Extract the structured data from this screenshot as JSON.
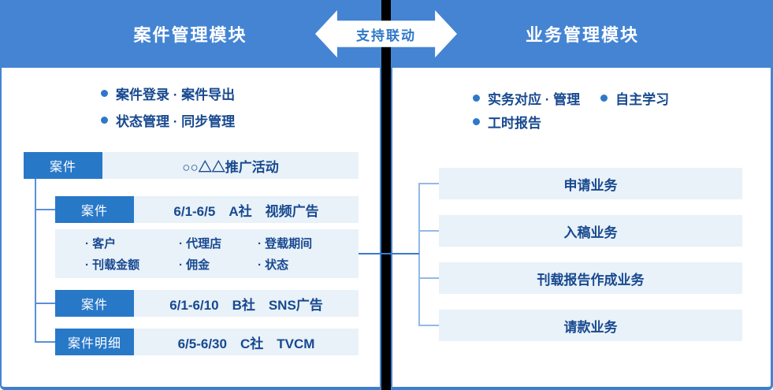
{
  "header": {
    "left_title": "案件管理模块",
    "arrow_label": "支持联动",
    "right_title": "业务管理模块"
  },
  "case_module": {
    "features": [
      "案件登录 · 案件导出",
      "状态管理 · 同步管理"
    ],
    "tree": {
      "root": {
        "label": "案件",
        "value": "○○△△推广活动"
      },
      "case_a": {
        "label": "案件",
        "value": "6/1-6/5　A社　视频广告"
      },
      "case_a_details": [
        "· 客户",
        "· 代理店",
        "· 登载期间",
        "· 刊载金额",
        "· 佣金",
        "· 状态"
      ],
      "case_b": {
        "label": "案件",
        "value": "6/1-6/10　B社　SNS广告"
      },
      "case_c": {
        "label": "案件明细",
        "value": "6/5-6/30　C社　TVCM"
      }
    }
  },
  "business_module": {
    "features": [
      "实务对应 · 管理",
      "自主学习",
      "工时报告"
    ],
    "processes": [
      "申请业务",
      "入稿业务",
      "刊载报告作成业务",
      "请款业务"
    ]
  },
  "colors": {
    "header_blue": "#4484d3",
    "label_blue": "#2878c8",
    "light_box": "#e9f1f9",
    "navy_text": "#17498f",
    "accent_blue": "#2e78c8",
    "connector_left": "#5b8fd8",
    "connector_right": "#93b9e6",
    "divider_black": "#000000"
  }
}
